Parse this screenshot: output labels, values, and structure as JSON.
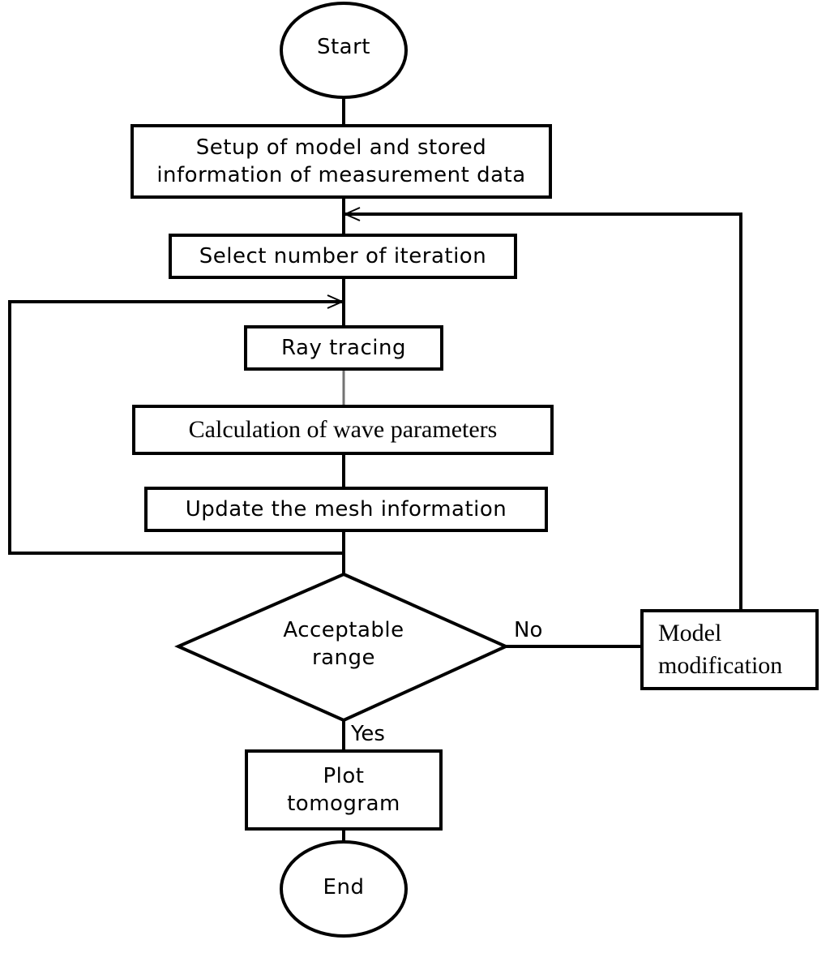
{
  "flowchart": {
    "start": "Start",
    "setup": "Setup of model and stored\ninformation of measurement data",
    "select_iteration": "Select number of iteration",
    "ray_tracing": "Ray tracing",
    "calculation": "Calculation of wave parameters",
    "update_mesh": "Update the mesh information",
    "decision": "Acceptable\nrange",
    "no_label": "No",
    "yes_label": "Yes",
    "model_modification": "Model\nmodification",
    "plot": "Plot\ntomogram",
    "end": "End"
  },
  "colors": {
    "line": "#000000",
    "background": "#ffffff"
  }
}
